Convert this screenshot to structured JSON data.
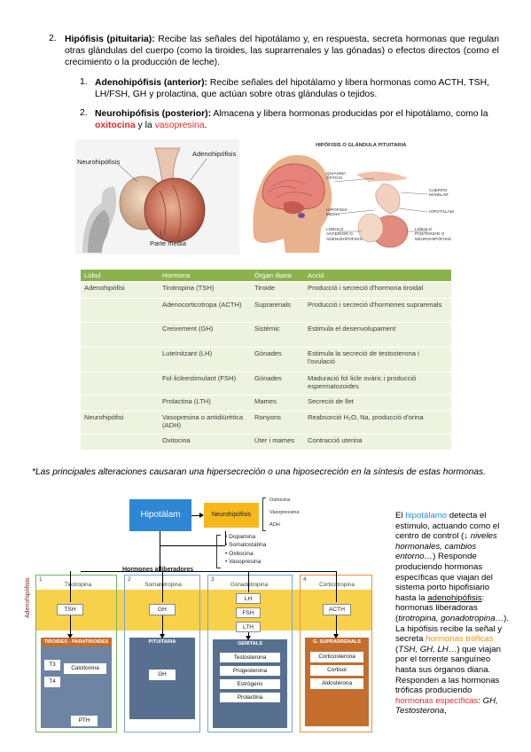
{
  "section": {
    "number": "2.",
    "title": "Hipófisis (pituitaria):",
    "text": " Recibe las señales del hipotálamo y, en respuesta, secreta hormonas que regulan otras glándulas del cuerpo (como la tiroides, las suprarrenales y las gónadas) o efectos directos (como el crecimiento o la producción de leche)."
  },
  "items": [
    {
      "number": "1.",
      "title": "Adenohipófisis (anterior):",
      "text": " Recibe señales del hipotálamo y libera hormonas como ACTH, TSH, LH/FSH, GH y prolactina, que actúan sobre otras glándulas o tejidos."
    },
    {
      "number": "2.",
      "title": "Neurohipófisis (posterior):",
      "text_before": " Almacena y libera hormonas producidas por el hipotálamo, como la ",
      "hl1": "oxitocina",
      "mid": " y la ",
      "hl2": "vasopresina",
      "end": "."
    }
  ],
  "fig_left": {
    "label1": "Neurohipófisis",
    "label2": "Adenohipófisis",
    "label3": "Parte media"
  },
  "fig_right": {
    "title": "HIPÓFISIS O GLÁNDULA PITUITARIA",
    "labels": [
      "QUIASMA ÓPTICO",
      "CUERPO MAMILAR",
      "HIPÓFISIS MEDIA",
      "HIPOTÁLAMO",
      "LÓBULO ANTERIOR O ADENOHIPÓFISIS",
      "LÓBULO POSTERIOR O NEUROHIPÓFISIS"
    ]
  },
  "table": {
    "headers": [
      "Lòbul",
      "Hormona",
      "Òrgan diana",
      "Acció"
    ],
    "rows": [
      [
        "Adenohipòfisi",
        "Tirotropina (TSH)",
        "Tiroide",
        "Producció i secreció d'hormona tiroidal"
      ],
      [
        "",
        "Adenocorticotropa (ACTH)",
        "Suprarenals",
        "Producció i secreció d'hormones suprarenals"
      ],
      [
        "",
        "Creixement (GH)",
        "Sistèmic",
        "Estimula el desenvolupament"
      ],
      [
        "",
        "Luteïnitzant (LH)",
        "Gònades",
        "Estimula la secreció de testosterona i l'ovulació"
      ],
      [
        "",
        "Fol·licleestimulant (FSH)",
        "Gònades",
        "Maduració fol·licle ovàric i producció espermatozoides"
      ],
      [
        "",
        "Prolactina (LTH)",
        "Mames",
        "Secreció de llet"
      ],
      [
        "Neurohipòfisi",
        "Vasopresina o antidiürètica (ADH)",
        "Ronyons",
        "Reabsorció H₂O, Na, producció d'orina"
      ],
      [
        "",
        "Oxitocina",
        "Úter i mames",
        "Contracció uterina"
      ]
    ]
  },
  "note": "*Las principales alteraciones causaran una hipersecreción o una hiposecreción en la síntesis de estas hormonas.",
  "diagram": {
    "hipotalam": "Hipotàlam",
    "neuro": "Neurohipòfisis",
    "neuro_out": [
      "Oxitocina",
      "Vasopressina",
      "ADH"
    ],
    "released_label": "Hormones alliberadores",
    "released": [
      "Dopamina",
      "Somatostatina",
      "Oxitocina",
      "Vasopresina"
    ],
    "side_label": "Adenohipòfisis",
    "cols": [
      {
        "num": "1",
        "head": "Tirotropina",
        "mid": [
          "TSH"
        ],
        "organ": "TIROIDES - PARATIROIDES",
        "outs": [
          "T3",
          "T4",
          "Calcitonina",
          "PTH"
        ]
      },
      {
        "num": "2",
        "head": "Somatotropina",
        "mid": [
          "GH"
        ],
        "organ": "PITUITARIA",
        "outs": [
          "GH"
        ]
      },
      {
        "num": "3",
        "head": "Gonadotropina",
        "mid": [
          "LH",
          "FSH",
          "LTH"
        ],
        "organ": "GENITALS",
        "outs": [
          "Testosterona",
          "Progesterona",
          "Estrògens",
          "Prolactina"
        ]
      },
      {
        "num": "4",
        "head": "Corticotropina",
        "mid": [
          "ACTH"
        ],
        "organ": "G. SUPRARRENALS",
        "outs": [
          "Corticosterona",
          "Cortisol",
          "Aldosterona"
        ]
      }
    ],
    "colors": {
      "yellow": "#f7d14a",
      "gold": "#f6b81a",
      "green": "#72b65a",
      "blue": "#7aa3d4",
      "orange": "#f0903c",
      "slate": "#58708f",
      "grey_blue": "#6e84a3",
      "brown": "#c56d2d"
    }
  },
  "side_text": {
    "p1": "El ",
    "p1_hl": "hipotálamo",
    "p2": " detecta el estímulo, actuando como el centro de control (",
    "p2_it": "↓ niveles hormonales, cambios entorno…",
    "p3": ") Responde produciendo hormonas específicas que viajan del sistema porto hipofisiario hasta la ",
    "p3_u": "adenohipófisis",
    "p4": ": hormonas liberadoras (",
    "p4_it": "tirotropina, gonadotropina…",
    "p5": "). La hipófisis recibe la señal y secreta ",
    "p5_hl": "hormonas tróficas",
    "p6": " (",
    "p6_it": "TSH, GH, LH…",
    "p7": ") que viajan por el torrente sanguíneo hasta sus órganos diana. Responden a las hormonas tróficas produciendo ",
    "p7_hl": "hormonas específicas",
    "p8": ": ",
    "p8_it": "GH, Testosterona",
    "p9": ","
  }
}
